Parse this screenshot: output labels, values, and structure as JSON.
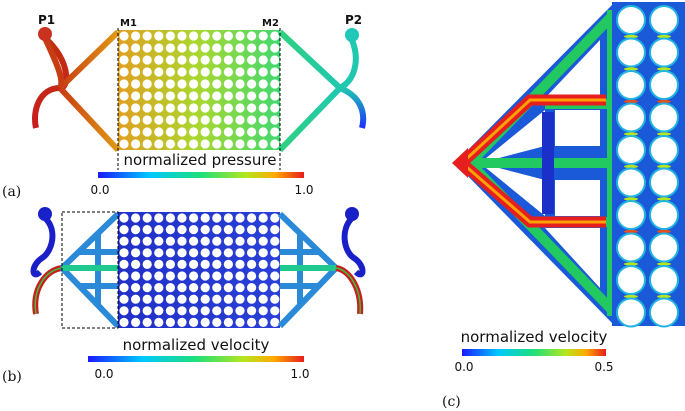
{
  "panel_a": {
    "caption": "(a)",
    "port_left": "P1",
    "port_right": "P2",
    "marker_left": "M1",
    "marker_right": "M2",
    "colorbar_title": "normalized pressure",
    "colorbar_min": "0.0",
    "colorbar_max": "1.0"
  },
  "panel_b": {
    "caption": "(b)",
    "colorbar_title": "normalized velocity",
    "colorbar_min": "0.0",
    "colorbar_max": "1.0"
  },
  "panel_c": {
    "caption": "(c)",
    "colorbar_title": "normalized velocity",
    "colorbar_min": "0.0",
    "colorbar_max": "0.5"
  },
  "colormap": [
    "#1a1aff",
    "#00c8ff",
    "#1ee07a",
    "#b4e61e",
    "#ffaa00",
    "#e61e1e"
  ]
}
